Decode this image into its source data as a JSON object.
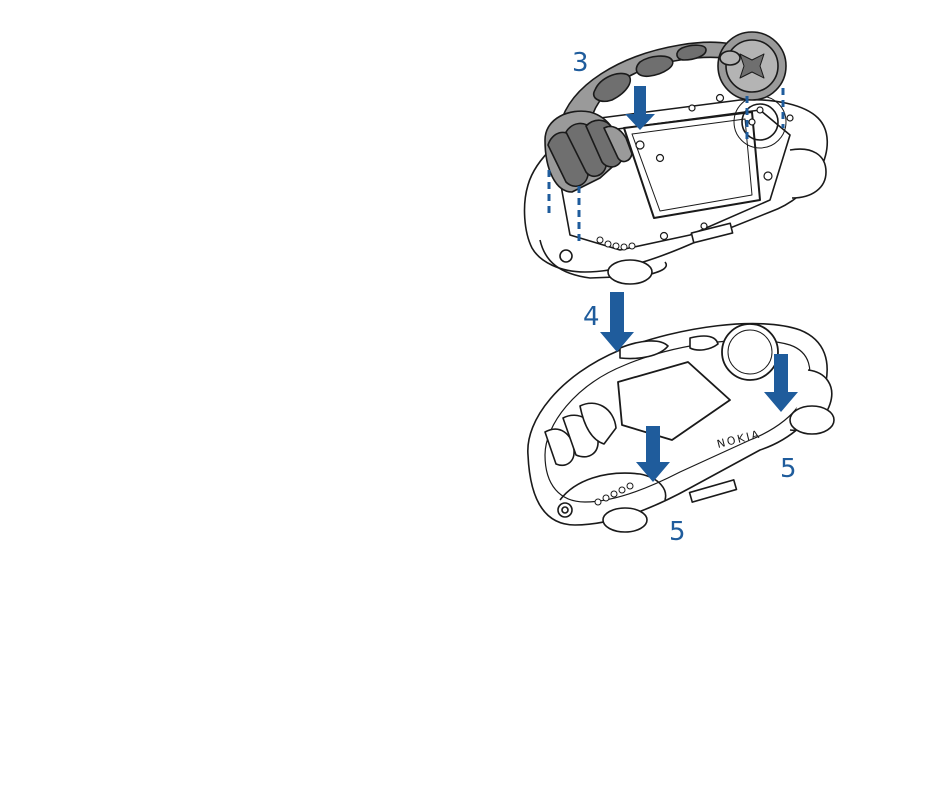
{
  "colors": {
    "accent": "#1f5c9c",
    "line": "#1a1a1a",
    "housing_gray": "#9a9a9a",
    "housing_gray_dark": "#6f6f6f",
    "background": "#ffffff"
  },
  "steps": {
    "step_3": "3",
    "step_4": "4",
    "step_5_right": "5",
    "step_5_bottom": "5"
  },
  "icons": {
    "down_arrow": "down-arrow-icon",
    "align_marker": "dashed-line"
  },
  "phone_front": {
    "brand": "NOKIA"
  }
}
